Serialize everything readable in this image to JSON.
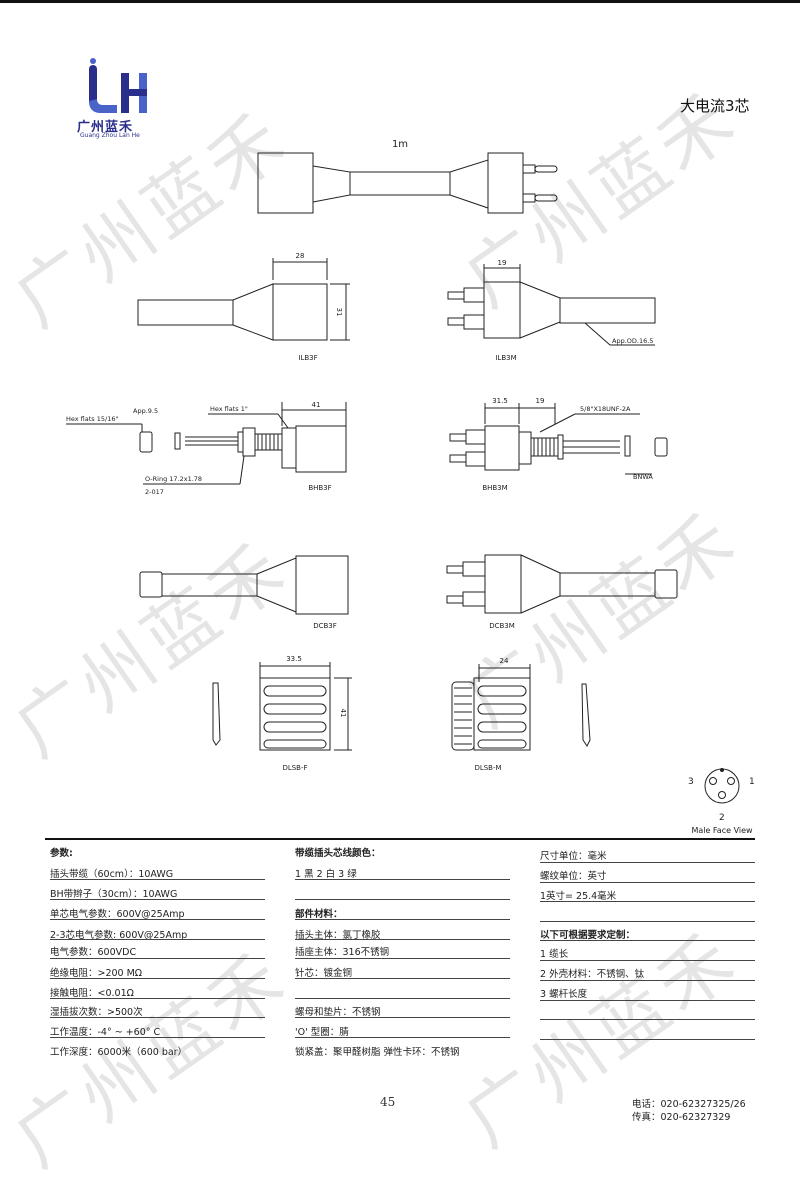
{
  "header": {
    "title": "大电流3芯",
    "logo": {
      "mark": "LH",
      "name": "广州蓝禾",
      "sub": "Guang Zhou Lan He",
      "color": "#2b2f8c"
    }
  },
  "drawing": {
    "cable_length": "1m",
    "ilb3f": {
      "label": "ILB3F",
      "dim_w": "28",
      "dim_h": "31"
    },
    "ilb3m": {
      "label": "ILB3M",
      "dim_w": "19",
      "note": "App.OD.16.5"
    },
    "bhb3f": {
      "label": "BHB3F",
      "dim": "41",
      "hex_flats": "Hex flats 15/16\"",
      "app": "App.9.5",
      "hex_flats_1": "Hex flats 1\"",
      "oring": "O-Ring 17.2x1.78",
      "oring_code": "2-017"
    },
    "bhb3m": {
      "label": "BHB3M",
      "dim_a": "31.5",
      "dim_b": "19",
      "thread": "5/8\"X18UNF-2A",
      "bnwa": "BNWA"
    },
    "dcb3f": {
      "label": "DCB3F"
    },
    "dcb3m": {
      "label": "DCB3M"
    },
    "dlsbf": {
      "label": "DLSB-F",
      "dim_w": "33.5",
      "dim_h": "41"
    },
    "dlsbm": {
      "label": "DLSB-M",
      "dim_w": "24"
    },
    "pin_face": {
      "pin1": "1",
      "pin2": "2",
      "pin3": "3",
      "caption": "Male Face View"
    }
  },
  "specs": {
    "col1": [
      "参数:",
      "插头带缆（60cm）：10AWG",
      "BH带辫子（30cm）：10AWG",
      "单芯电气参数：600V@25Amp",
      "2-3芯电气参数:     600V@25Amp",
      "电气参数：600VDC",
      "绝缘电阻：>200 MΩ",
      "接触电阻：<0.01Ω",
      "湿插拔次数：>500次",
      "工作温度：-4° ~ +60° C",
      "工作深度：6000米（600 bar）"
    ],
    "col2": [
      "带缆插头芯线颜色：",
      "1 黑    2 白    3 绿",
      "",
      "部件材料：",
      "插头主体：氯丁橡胶",
      "插座主体：316不锈钢",
      "针芯：镀金铜",
      "",
      "螺母和垫片：不锈钢",
      "'O'  型圈：腈",
      "锁紧盖：聚甲醛树脂    弹性卡环：不锈钢"
    ],
    "col3": [
      "尺寸单位：毫米",
      "螺纹单位：英寸",
      "1英寸= 25.4毫米",
      "",
      "以下可根据要求定制：",
      "1  缆长",
      "2  外壳材料：不锈钢、钛",
      "3  螺杆长度",
      "",
      "",
      ""
    ]
  },
  "footer": {
    "page": "45",
    "tel": "电话：020-62327325/26",
    "fax": "传真：020-62327329"
  },
  "watermark": "广州蓝禾"
}
